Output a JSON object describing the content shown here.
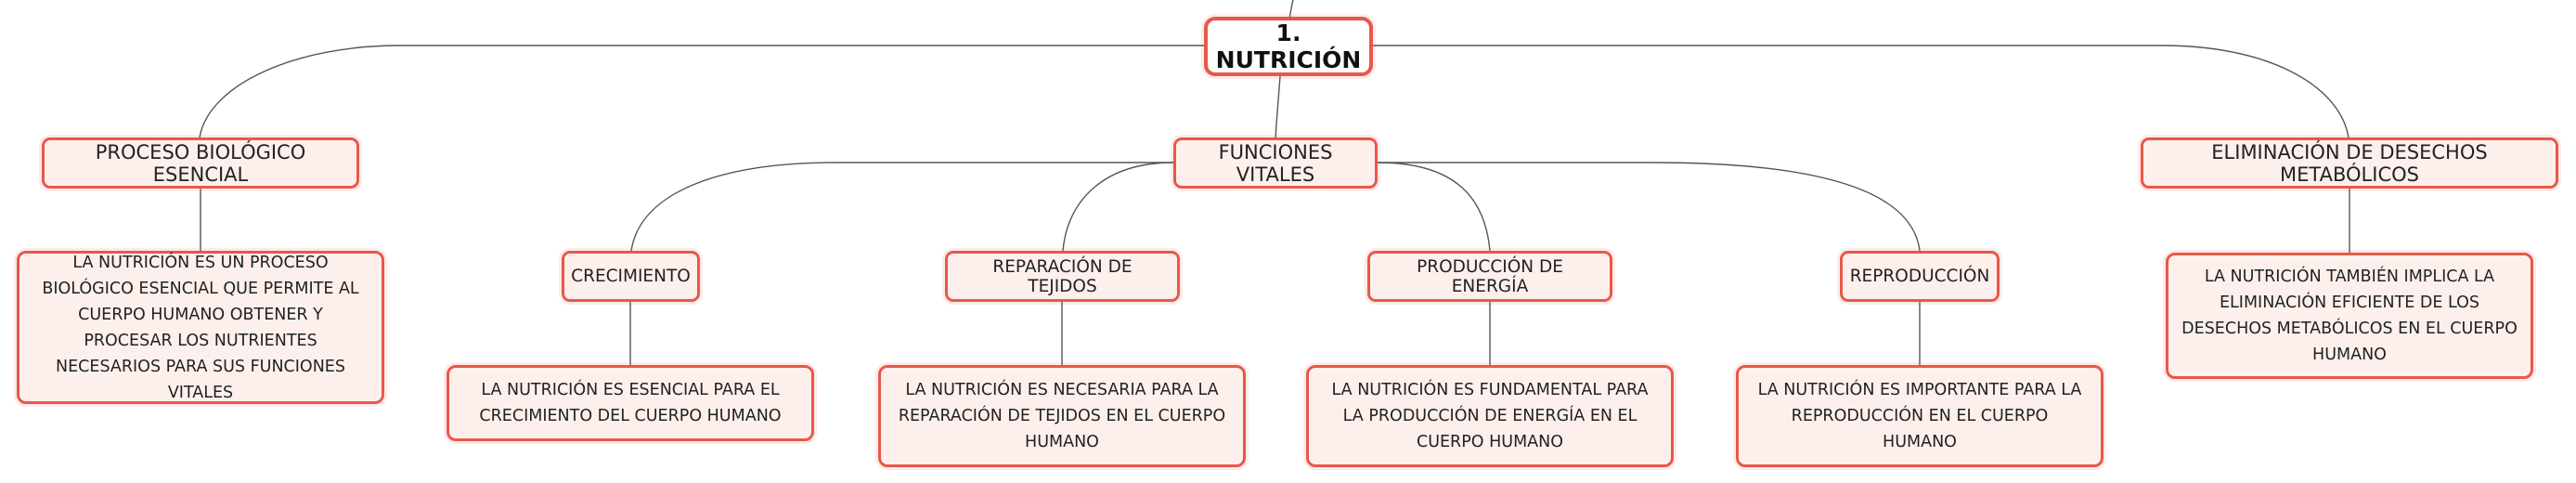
{
  "root": {
    "label": "1. NUTRICIÓN"
  },
  "branches": {
    "proceso": {
      "label": "PROCESO BIOLÓGICO ESENCIAL",
      "detail": "LA NUTRICIÓN ES UN PROCESO BIOLÓGICO ESENCIAL QUE PERMITE AL CUERPO HUMANO OBTENER Y PROCESAR LOS NUTRIENTES NECESARIOS PARA SUS FUNCIONES VITALES"
    },
    "funciones": {
      "label": "FUNCIONES VITALES",
      "children": {
        "crecimiento": {
          "label": "CRECIMIENTO",
          "detail": "LA NUTRICIÓN ES ESENCIAL PARA EL CRECIMIENTO DEL CUERPO HUMANO"
        },
        "reparacion": {
          "label": "REPARACIÓN DE TEJIDOS",
          "detail": "LA NUTRICIÓN ES NECESARIA PARA LA REPARACIÓN DE TEJIDOS EN EL CUERPO HUMANO"
        },
        "produccion": {
          "label": "PRODUCCIÓN DE ENERGÍA",
          "detail": "LA NUTRICIÓN ES FUNDAMENTAL PARA LA PRODUCCIÓN DE ENERGÍA EN EL CUERPO HUMANO"
        },
        "reproduccion": {
          "label": "REPRODUCCIÓN",
          "detail": "LA NUTRICIÓN ES IMPORTANTE PARA LA REPRODUCCIÓN EN EL CUERPO HUMANO"
        }
      }
    },
    "eliminacion": {
      "label": "ELIMINACIÓN DE DESECHOS METABÓLICOS",
      "detail": "LA NUTRICIÓN TAMBIÉN IMPLICA LA ELIMINACIÓN EFICIENTE DE LOS DESECHOS METABÓLICOS EN EL CUERPO HUMANO"
    }
  },
  "colors": {
    "node_border": "#e8584a",
    "node_fill": "#fdf0ec",
    "connector": "#555555"
  }
}
